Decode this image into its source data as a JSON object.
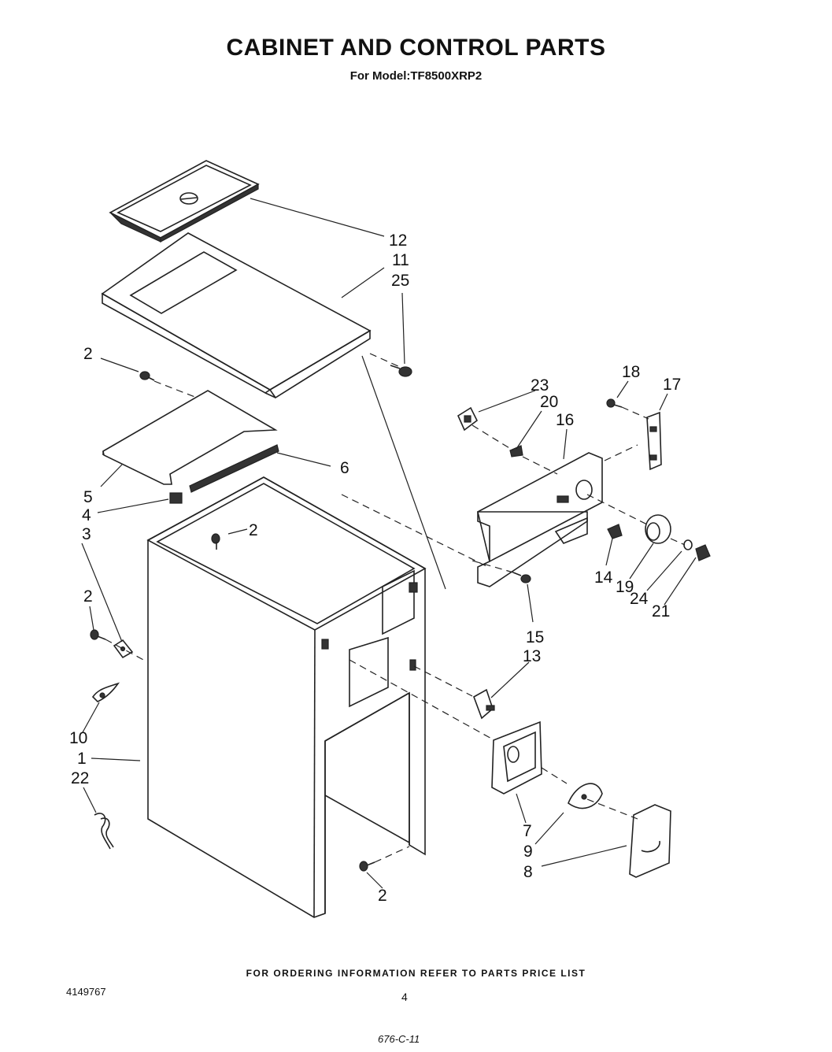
{
  "header": {
    "title": "CABINET AND CONTROL PARTS",
    "subtitle": "For Model:TF8500XRP2"
  },
  "callouts": {
    "c12": "12",
    "c11": "11",
    "c25": "25",
    "c2a": "2",
    "c2b": "2",
    "c2c": "2",
    "c2d": "2",
    "c6": "6",
    "c5": "5",
    "c4": "4",
    "c3": "3",
    "c10": "10",
    "c1": "1",
    "c22": "22",
    "c23": "23",
    "c20": "20",
    "c16": "16",
    "c18": "18",
    "c17": "17",
    "c14": "14",
    "c19": "19",
    "c24": "24",
    "c21": "21",
    "c15": "15",
    "c13": "13",
    "c7": "7",
    "c9": "9",
    "c8": "8"
  },
  "footer": {
    "ordering_note": "FOR ORDERING INFORMATION REFER TO PARTS PRICE LIST",
    "doc_number": "4149767",
    "page_number": "4",
    "handwritten_note": "676-C-11"
  }
}
